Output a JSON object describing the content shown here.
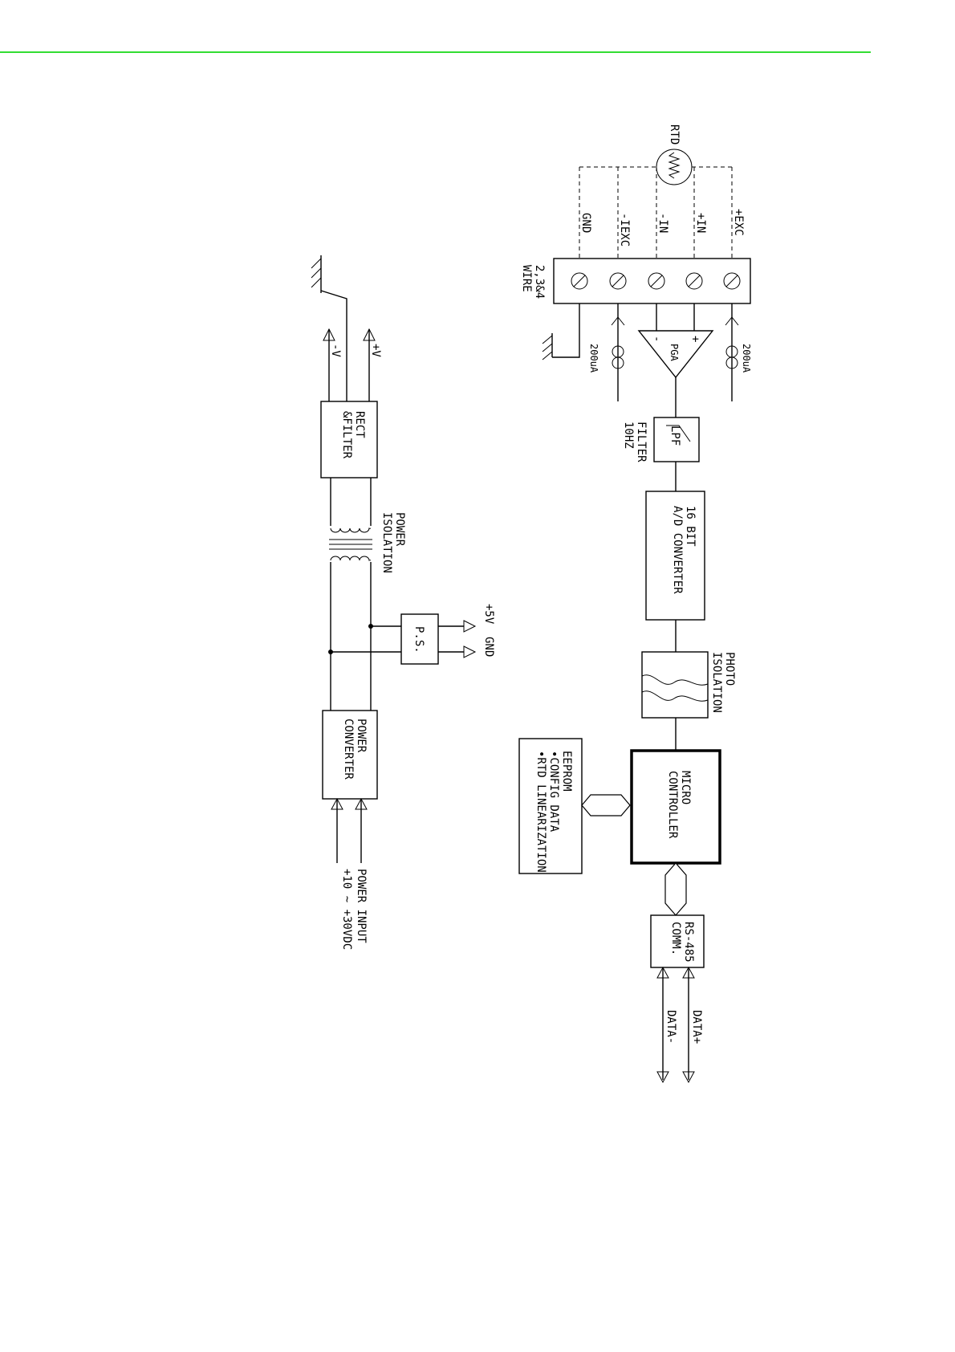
{
  "rule_color": "#33dd33",
  "rtd": "RTD",
  "terminals": {
    "gnd": "GND",
    "neg_iexc": "-IEXC",
    "neg_in": "-IN",
    "pos_in": "+IN",
    "pos_exc": "+EXC",
    "wire_line1": "2,3&4",
    "wire_line2": "WIRE"
  },
  "current_source_left": "200uA",
  "current_source_right": "200uA",
  "pga": {
    "label": "PGA",
    "minus": "-",
    "plus": "+"
  },
  "lpf": {
    "label": "LPF",
    "filter_line1": "FILTER",
    "filter_line2": "10HZ"
  },
  "adc": {
    "line1": "16 BIT",
    "line2": "A/D CONVERTER"
  },
  "photo_isolation": {
    "line1": "PHOTO",
    "line2": "ISOLATION"
  },
  "micro": {
    "line1": "MICRO",
    "line2": "CONTROLLER"
  },
  "eeprom": {
    "line1": "EEPROM",
    "line2": "•CONFIG DATA",
    "line3": "•RTD LINEARIZATION"
  },
  "rs485": {
    "line1": "RS-485",
    "line2": "COMM."
  },
  "data_pos": "DATA+",
  "data_neg": "DATA-",
  "power": {
    "neg_v": "-V",
    "pos_v": "+V",
    "rect_line1": "RECT",
    "rect_line2": "&FILTER",
    "iso_line1": "POWER",
    "iso_line2": "ISOLATION",
    "ps": "P.S.",
    "out_5v": "+5V",
    "out_gnd": "GND",
    "conv_line1": "POWER",
    "conv_line2": "CONVERTER",
    "input_line1": "POWER INPUT",
    "input_line2": "+10 ~ +30VDC"
  }
}
